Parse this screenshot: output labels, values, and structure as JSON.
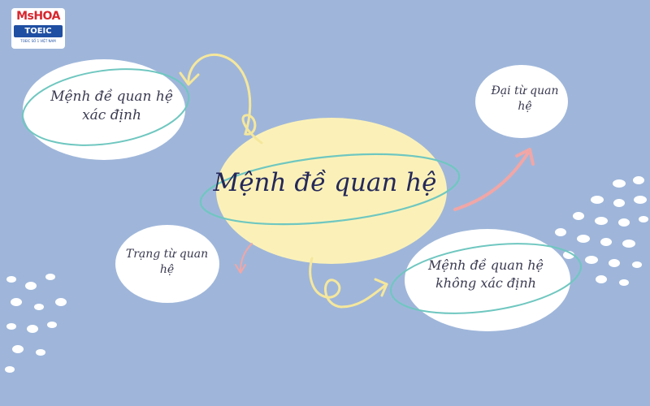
{
  "brand": {
    "name": "MsHOA",
    "product": "TOEIC",
    "tagline": "TOEIC SỐ 1 VIỆT NAM"
  },
  "diagram": {
    "center": "Mệnh đề quan hệ",
    "nodes": {
      "top_left": "Mệnh đề quan hệ xác định",
      "top_right": "Đại từ quan hệ",
      "bottom_left": "Trạng từ quan hệ",
      "bottom_right": "Mệnh đề quan hệ không xác định"
    }
  },
  "colors": {
    "background": "#9fb6da",
    "center_fill": "#fbf1b8",
    "node_fill": "#ffffff",
    "outline": "#6fc7c0",
    "arrow_yellow": "#f5e79c",
    "arrow_pink": "#f1a6a6",
    "text": "#3a3a52"
  }
}
